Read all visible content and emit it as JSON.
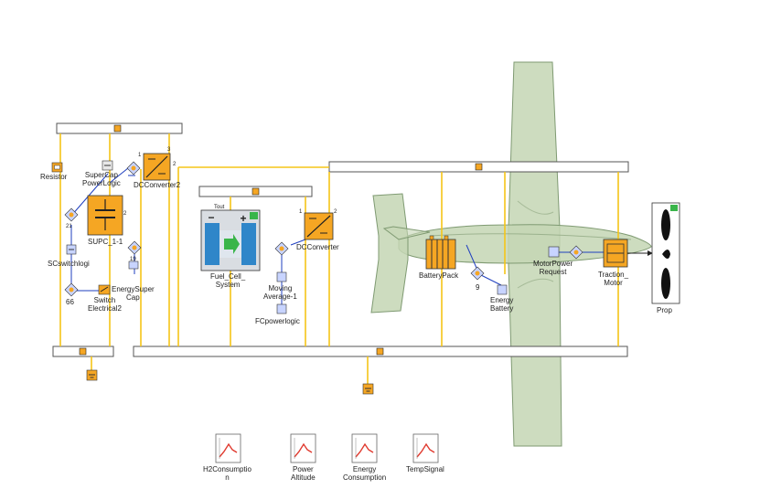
{
  "labels": {
    "resistor": "Resistor",
    "supercap_powerlogic": "SuperCap\nPowerLogic",
    "dcconverter2": "DCConverter2",
    "supc": "SUPC_1-1",
    "scswitchlogic": "SCswitchlogi",
    "block_66": "66",
    "switch_electrical2": "Switch\nElectrical2",
    "energy_supercap": "EnergySuper\nCap",
    "fuel_cell_system": "Fuel_Cell_\nSystem",
    "moving_average": "Moving\nAverage-1",
    "fcpowerlogic": "FCpowerlogic",
    "dcconverter": "DCConverter",
    "battery_pack": "BatteryPack",
    "block_9": "9",
    "energy_battery": "Energy\nBattery",
    "motorpower_request": "MotorPower\nRequest",
    "traction_motor": "Traction_\nMotor",
    "prop": "Prop"
  },
  "port_numbers": {
    "dcconv2_left": "1",
    "dcconv2_right": "2",
    "dcconv2_top": "3",
    "dcconv_left": "1",
    "dcconv_right": "2",
    "supc_right": "2",
    "pin_21": "21",
    "pin_19": "19",
    "fuel_cell_tag": "Tout"
  },
  "scopes": [
    {
      "label": "H2Consumptio\nn"
    },
    {
      "label": "Power\nAltitude"
    },
    {
      "label": "Energy\nConsumption"
    },
    {
      "label": "TempSignal"
    }
  ],
  "colors": {
    "wire": "#f5c518",
    "signal": "#1f3fbf",
    "component": "#f5a623",
    "aircraft_fill": "#c4d6b4",
    "aircraft_stroke": "#7f9a72",
    "bus_fill": "#ffffff",
    "bus_stroke": "#555555",
    "fuel_cell": "#2f86c9",
    "scope_curve": "#e03a2f"
  },
  "icons": {
    "scope": "scope-plot-icon",
    "prop": "propeller-icon",
    "ground": "ground-icon"
  }
}
